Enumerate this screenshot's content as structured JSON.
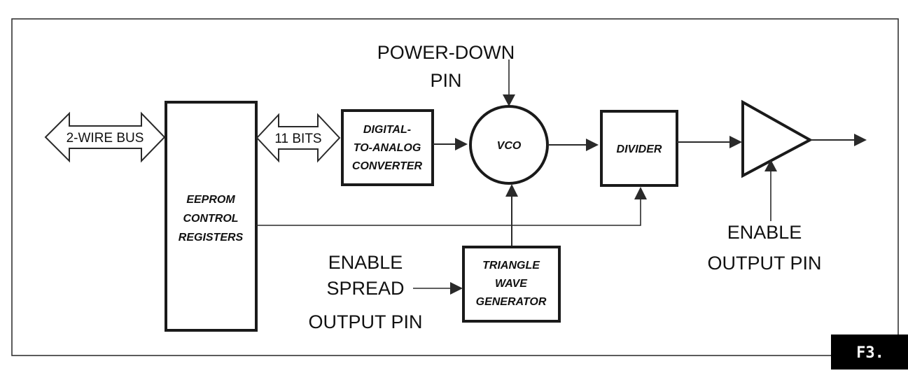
{
  "figure": {
    "label": "F3.",
    "label_bg": "#000000",
    "ink": "#1a1a1a",
    "background": "#ffffff"
  },
  "blocks": {
    "eeprom": {
      "lines": [
        "EEPROM",
        "CONTROL",
        "REGISTERS"
      ]
    },
    "dac": {
      "lines": [
        "DIGITAL-",
        "TO-ANALOG",
        "CONVERTER"
      ]
    },
    "vco": {
      "label": "VCO"
    },
    "divider": {
      "label": "DIVIDER"
    },
    "triangle_gen": {
      "lines": [
        "TRIANGLE",
        "WAVE",
        "GENERATOR"
      ]
    },
    "output_buffer": {
      "label": ""
    }
  },
  "buses": {
    "two_wire": {
      "label": "2-WIRE BUS"
    },
    "eleven_bits": {
      "label": "11 BITS"
    }
  },
  "pins": {
    "power_down": {
      "lines": [
        "POWER-DOWN",
        "PIN"
      ]
    },
    "enable_spread": {
      "lines": [
        "ENABLE",
        "SPREAD",
        "OUTPUT PIN"
      ]
    },
    "enable_output": {
      "lines": [
        "ENABLE",
        "OUTPUT PIN"
      ]
    }
  },
  "connections": [
    {
      "from": "2-WIRE BUS",
      "to": "EEPROM CONTROL REGISTERS",
      "type": "bidirectional-bus"
    },
    {
      "from": "EEPROM CONTROL REGISTERS",
      "to": "DIGITAL-TO-ANALOG CONVERTER",
      "type": "bidirectional-bus",
      "label": "11 BITS"
    },
    {
      "from": "DIGITAL-TO-ANALOG CONVERTER",
      "to": "VCO",
      "type": "arrow"
    },
    {
      "from": "POWER-DOWN PIN",
      "to": "VCO",
      "type": "arrow"
    },
    {
      "from": "VCO",
      "to": "DIVIDER",
      "type": "arrow"
    },
    {
      "from": "EEPROM CONTROL REGISTERS",
      "to": "DIVIDER",
      "type": "arrow"
    },
    {
      "from": "TRIANGLE WAVE GENERATOR",
      "to": "VCO",
      "type": "arrow"
    },
    {
      "from": "ENABLE SPREAD OUTPUT PIN",
      "to": "TRIANGLE WAVE GENERATOR",
      "type": "arrow"
    },
    {
      "from": "DIVIDER",
      "to": "OUTPUT BUFFER",
      "type": "arrow"
    },
    {
      "from": "ENABLE OUTPUT PIN",
      "to": "OUTPUT BUFFER",
      "type": "arrow"
    },
    {
      "from": "OUTPUT BUFFER",
      "to": "OUTPUT",
      "type": "arrow"
    }
  ]
}
